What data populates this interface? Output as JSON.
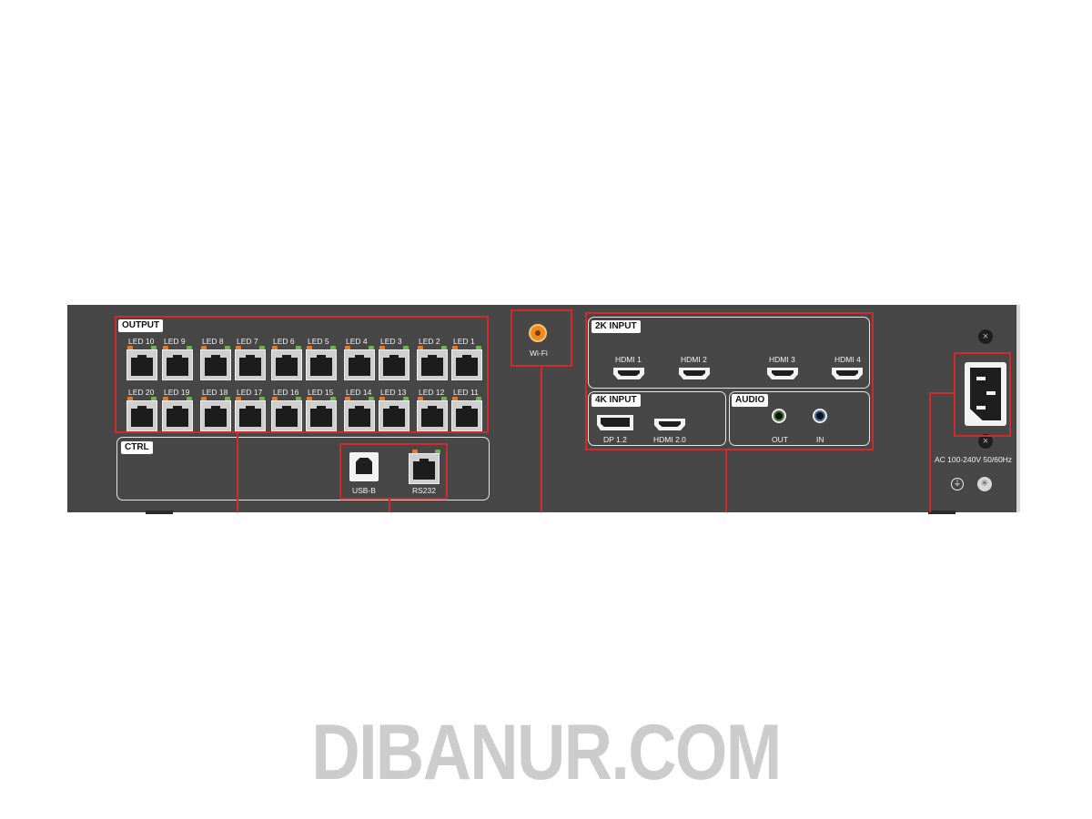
{
  "output": {
    "title": "OUTPUT",
    "top_row": [
      "LED 10",
      "LED 9",
      "LED 8",
      "LED 7",
      "LED 6",
      "LED 5",
      "LED 4",
      "LED 3",
      "LED 2",
      "LED 1"
    ],
    "bottom_row": [
      "LED 20",
      "LED 19",
      "LED 18",
      "LED 17",
      "LED 16",
      "LED 15",
      "LED 14",
      "LED 13",
      "LED 12",
      "LED 11"
    ]
  },
  "ctrl": {
    "title": "CTRL",
    "usb_label": "USB-B",
    "rs232_label": "RS232"
  },
  "wifi": {
    "label": "Wi-Fi"
  },
  "input_2k": {
    "title": "2K INPUT",
    "ports": [
      "HDMI 1",
      "HDMI 2",
      "HDMI 3",
      "HDMI 4"
    ]
  },
  "input_4k": {
    "title": "4K INPUT",
    "ports": [
      "DP 1.2",
      "HDMI 2.0"
    ]
  },
  "audio": {
    "title": "AUDIO",
    "ports": [
      "OUT",
      "IN"
    ]
  },
  "power": {
    "label": "AC 100-240V 50/60Hz"
  },
  "watermark": {
    "text": "DIBANUR.COM"
  },
  "colors": {
    "panel": "#474747",
    "highlight": "#d22a2a",
    "led_orange": "#e3792b",
    "led_green": "#6fb34f"
  }
}
